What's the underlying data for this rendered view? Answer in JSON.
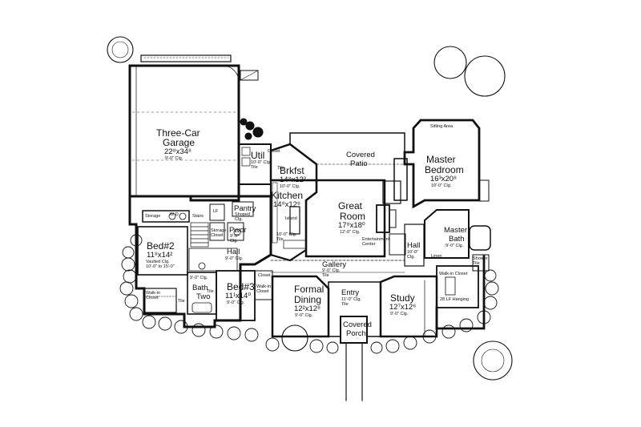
{
  "rooms": {
    "garage": {
      "name1": "Three-Car",
      "name2": "Garage",
      "dim": "22⁸x34⁸",
      "clg": "9'-0\" Clg."
    },
    "util": {
      "name": "Util",
      "sub": "10'-0\" Clg.\nTile"
    },
    "closet": "Closet",
    "tile_util": "Tile",
    "brkfst": {
      "name": "Brkfst",
      "dim": "14⁸x12²",
      "clg": "10'-0\" Clg."
    },
    "kitchen": {
      "name": "Kitchen",
      "dim": "14⁸x12⁸",
      "island": "Island",
      "clg": "10'-0\" Clg.\nTile"
    },
    "patio": {
      "name1": "Covered",
      "name2": "Patio"
    },
    "great": {
      "name1": "Great",
      "name2": "Room",
      "dim": "17⁸x18⁰",
      "clg": "12'-0\" Clg."
    },
    "sitting": "Sitting Area",
    "master": {
      "name1": "Master",
      "name2": "Bedroom",
      "dim": "16³x20⁸",
      "clg": "10'-0\" Clg."
    },
    "entertainment": "Entertainment\nCenter",
    "hall_r": {
      "name": "Hall",
      "clg": "10'-0\"\nClg."
    },
    "linen_r": "Linen",
    "master_bath": {
      "name1": "Master",
      "name2": "Bath",
      "clg": "9'-0\" Clg."
    },
    "shower": "Shower\nTile",
    "walkin_r": "Walk-in Closet",
    "hanging": "28 LF Hanging",
    "storage": "Storage",
    "wd": "W D",
    "stairs": "Stairs",
    "lf": "LF",
    "pantry": {
      "name": "Pantry",
      "sub": "Shoped\nClg."
    },
    "storage_closet": "Storage\nCloset",
    "pwdr": {
      "name": "Pwdr",
      "sub": "9'-0\"\nClg."
    },
    "bed2": {
      "name": "Bed#2",
      "dim": "11⁸x14²",
      "clg": "Vaulted Clg.\n10'-0\" to 15'-0\""
    },
    "hall_l": {
      "name": "Hall",
      "clg": "9'-0\" Clg."
    },
    "gallery": {
      "name": "Gallery",
      "clg": "9'-0\" Clg.\nTile"
    },
    "walkin_l": "Walk-in\nCloset",
    "tile_l": "Tile",
    "bath2": {
      "name1": "Bath",
      "name2": "Two",
      "clg": "9'-0\" Clg."
    },
    "tile_bath": "Tile",
    "bed3": {
      "name": "Bed#3",
      "dim": "11¹x14⁰",
      "clg": "9'-0\" Clg."
    },
    "walkin_b3": "Walk-in\nCloset",
    "closet_b3": "Closet",
    "dining": {
      "name1": "Formal",
      "name2": "Dining",
      "dim": "12²x12⁸",
      "clg": "9'-0\" Clg."
    },
    "entry": {
      "name": "Entry",
      "clg": "11'-0\" Clg.\nTile"
    },
    "porch": {
      "name1": "Covered",
      "name2": "Porch"
    },
    "study": {
      "name": "Study",
      "dim": "12⁷x12⁶",
      "clg": "9'-0\" Clg."
    }
  }
}
